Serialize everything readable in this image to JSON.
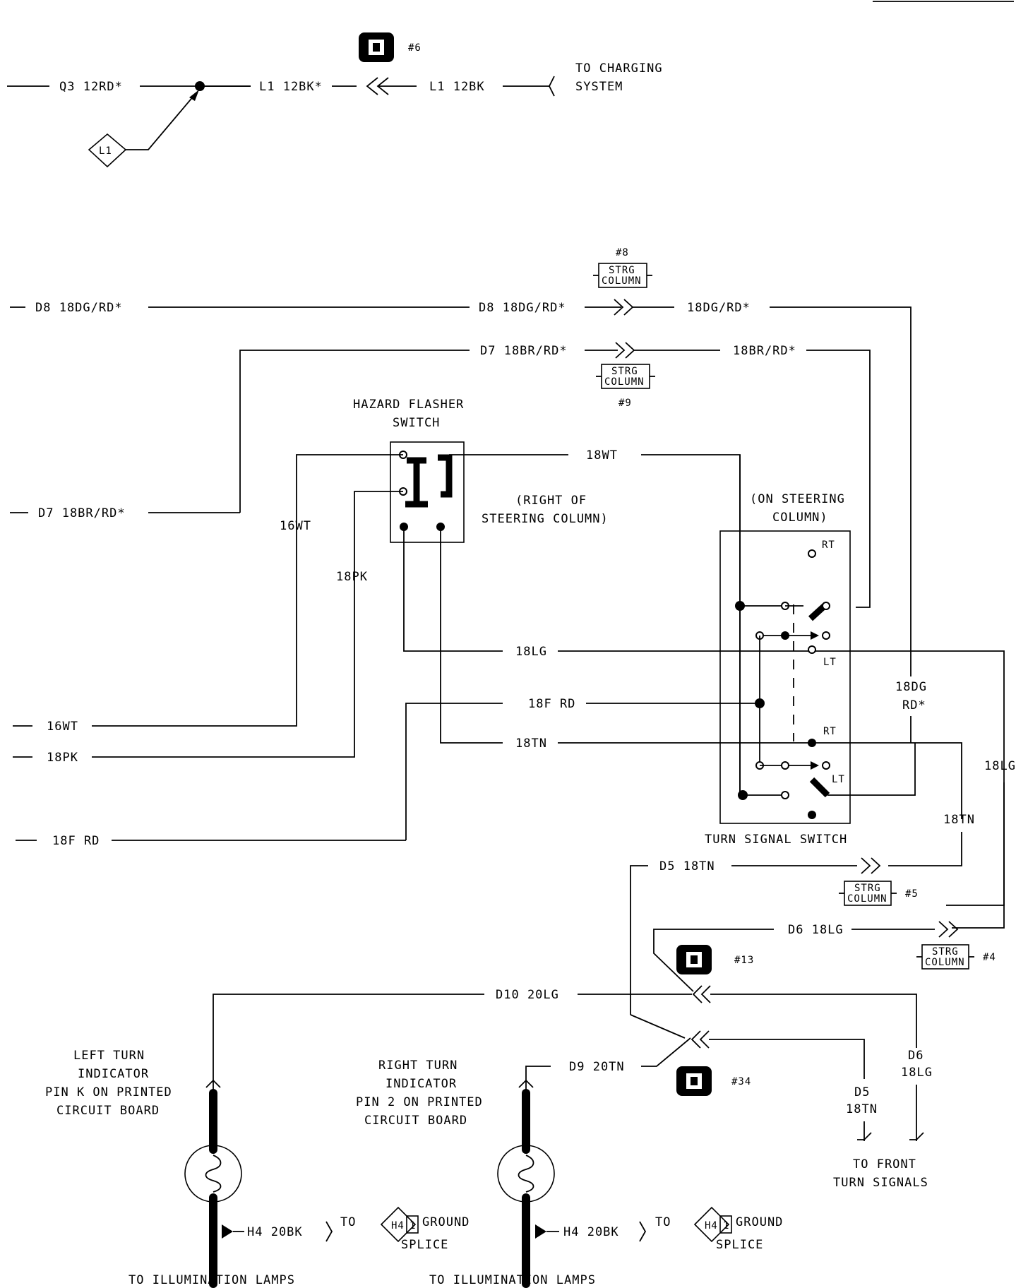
{
  "top": {
    "conn_no": "#6",
    "wire_q3": "Q3 12RD*",
    "wire_l1_star": "L1 12BK*",
    "wire_l1": "L1 12BK",
    "to_charging": "TO CHARGING",
    "system": "SYSTEM",
    "splice": "L1"
  },
  "strg_col": {
    "label1": "STRG",
    "label2": "COLUMN",
    "n8": "#8",
    "n9": "#9",
    "n5": "#5",
    "n4": "#4"
  },
  "wires": {
    "d8_left": "D8 18DG/RD*",
    "d8_mid": "D8 18DG/RD*",
    "d8_right": "18DG/RD*",
    "d7_mid": "D7 18BR/RD*",
    "d7_right": "18BR/RD*",
    "d7_left": "D7 18BR/RD*",
    "wt18": "18WT",
    "wt16": "16WT",
    "pk18": "18PK",
    "lg18": "18LG",
    "frd18": "18F RD",
    "tn18": "18TN",
    "dg18": "18DG",
    "rd_star": "RD*",
    "lg18_right": "18LG",
    "tn18_right": "18TN",
    "left_16wt": "16WT",
    "left_18pk": "18PK",
    "left_18frd": "18F RD",
    "d5": "D5 18TN",
    "d6": "D6 18LG",
    "d10": "D10 20LG",
    "d9": "D9 20TN",
    "d6_v1": "D6",
    "d6_v2": "18LG",
    "d5_v1": "D5",
    "d5_v2": "18TN",
    "h4_left": "H4 20BK",
    "h4_right": "H4 20BK"
  },
  "hazard": {
    "title1": "HAZARD FLASHER",
    "title2": "SWITCH",
    "loc1": "(RIGHT OF",
    "loc2": "STEERING COLUMN)"
  },
  "turn_switch": {
    "loc1": "(ON STEERING",
    "loc2": "COLUMN)",
    "rt1": "RT",
    "lt1": "LT",
    "rt2": "RT",
    "lt2": "LT",
    "title": "TURN SIGNAL SWITCH"
  },
  "connectors": {
    "c13": "#13",
    "c34": "#34"
  },
  "left_ind": {
    "l1": "LEFT TURN",
    "l2": "INDICATOR",
    "l3": "PIN K ON PRINTED",
    "l4": "CIRCUIT BOARD"
  },
  "right_ind": {
    "l1": "RIGHT TURN",
    "l2": "INDICATOR",
    "l3": "PIN 2 ON PRINTED",
    "l4": "CIRCUIT BOARD"
  },
  "ground": {
    "to": "TO",
    "splice_id": "H4",
    "pin": "1",
    "ground": "GROUND",
    "splice": "SPLICE",
    "to2": "TO",
    "splice_id2": "H4",
    "pin2": "1",
    "ground2": "GROUND",
    "splice2": "SPLICE"
  },
  "bottom": {
    "front1": "TO FRONT",
    "front2": "TURN SIGNALS",
    "illum_left": "TO ILLUMINATION LAMPS",
    "illum_right": "TO ILLUMINATION LAMPS"
  }
}
